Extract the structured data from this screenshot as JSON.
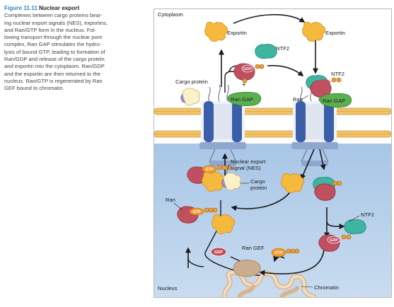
{
  "caption": {
    "figure_number": "Figure 11.11",
    "title": "Nuclear export",
    "lines": [
      "Complexes between cargo proteins bear-",
      "ing nuclear export signals (NES), exportins,",
      "and Ran/GTP form in the nucleus. Fol-",
      "lowing transport through the nuclear pore",
      "complex, Ran GAP stimulates the hydro-",
      "lysis of bound GTP, leading to formation of",
      "Ran/GDP and release of the cargo protein",
      "and exportin into the cytoplasm. Ran/GDP",
      "and the exportin are then returned to the",
      "nucleus. Ran/GTP is regenerated by Ran",
      "GEF bound to chromatin."
    ]
  },
  "diagram": {
    "compartments": {
      "top": "Cytoplasm",
      "bottom": "Nucleus"
    },
    "labels": {
      "exportin_left": "Exportin",
      "exportin_right": "Exportin",
      "ntf2_top": "NTF2",
      "ntf2_right_top": "NTF2",
      "ntf2_right_bottom": "NTF2",
      "cargo_protein_top": "Cargo protein",
      "ran_gap_left": "Ran GAP",
      "ran_gap_right": "Ran GAP",
      "ran_right": "Ran",
      "ran_left": "Ran",
      "nes_line1": "Nuclear export",
      "nes_line2": "signal (NES)",
      "cargo_line1": "Cargo",
      "cargo_line2": "protein",
      "ran_gef": "Ran GEF",
      "chromatin": "Chromatin",
      "phosphate_plus": "+"
    },
    "nucleotides": {
      "gdp": "GDP",
      "gtp": "GTP"
    },
    "colors": {
      "cytoplasm": "#ffffff",
      "nucleus": "#bcd4ec",
      "membrane": "#f1c46a",
      "pore": "#3a5ea8",
      "exportin": "#f5b93d",
      "ntf2": "#3fb4a0",
      "ran": "#c0505f",
      "ran_gap": "#5ab04f",
      "gtp_badge": "#f29a2e",
      "gdp_badge": "#c0505f",
      "phosphate": "#f0a031",
      "cargo": "#fbf1c6",
      "nes": "#a98bc8",
      "ran_gef": "#c9ad8e",
      "chromatin": "#e8c9a6",
      "caption_blue": "#2f86c6"
    }
  }
}
